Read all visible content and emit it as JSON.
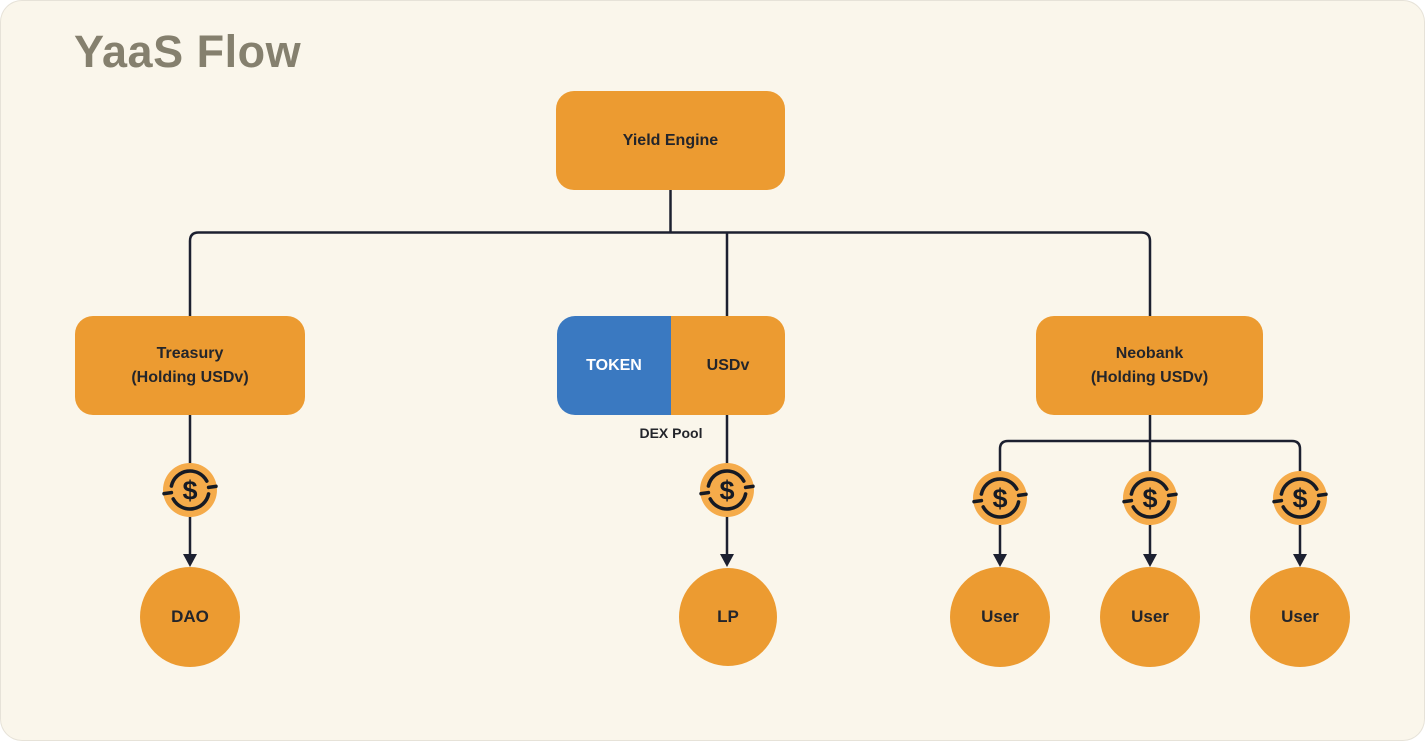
{
  "title": "YaaS Flow",
  "colors": {
    "background": "#FAF6EB",
    "node_orange": "#EC9B31",
    "coin_orange": "#F5AB4A",
    "token_blue": "#3A79C1",
    "connector_line": "#1C2030",
    "node_text": "#23252B",
    "title_gray": "#85806E"
  },
  "nodes": {
    "yield_engine": {
      "label": "Yield Engine"
    },
    "treasury": {
      "line1": "Treasury",
      "line2": "(Holding USDv)"
    },
    "dex_pool": {
      "token": "TOKEN",
      "usdv": "USDv",
      "caption": "DEX Pool"
    },
    "neobank": {
      "line1": "Neobank",
      "line2": "(Holding USDv)"
    },
    "dao": {
      "label": "DAO"
    },
    "lp": {
      "label": "LP"
    },
    "user1": {
      "label": "User"
    },
    "user2": {
      "label": "User"
    },
    "user3": {
      "label": "User"
    }
  },
  "icons": {
    "dollar_coin_icon": "circled dollar coin with side dashes",
    "dollar_symbol": "$"
  }
}
